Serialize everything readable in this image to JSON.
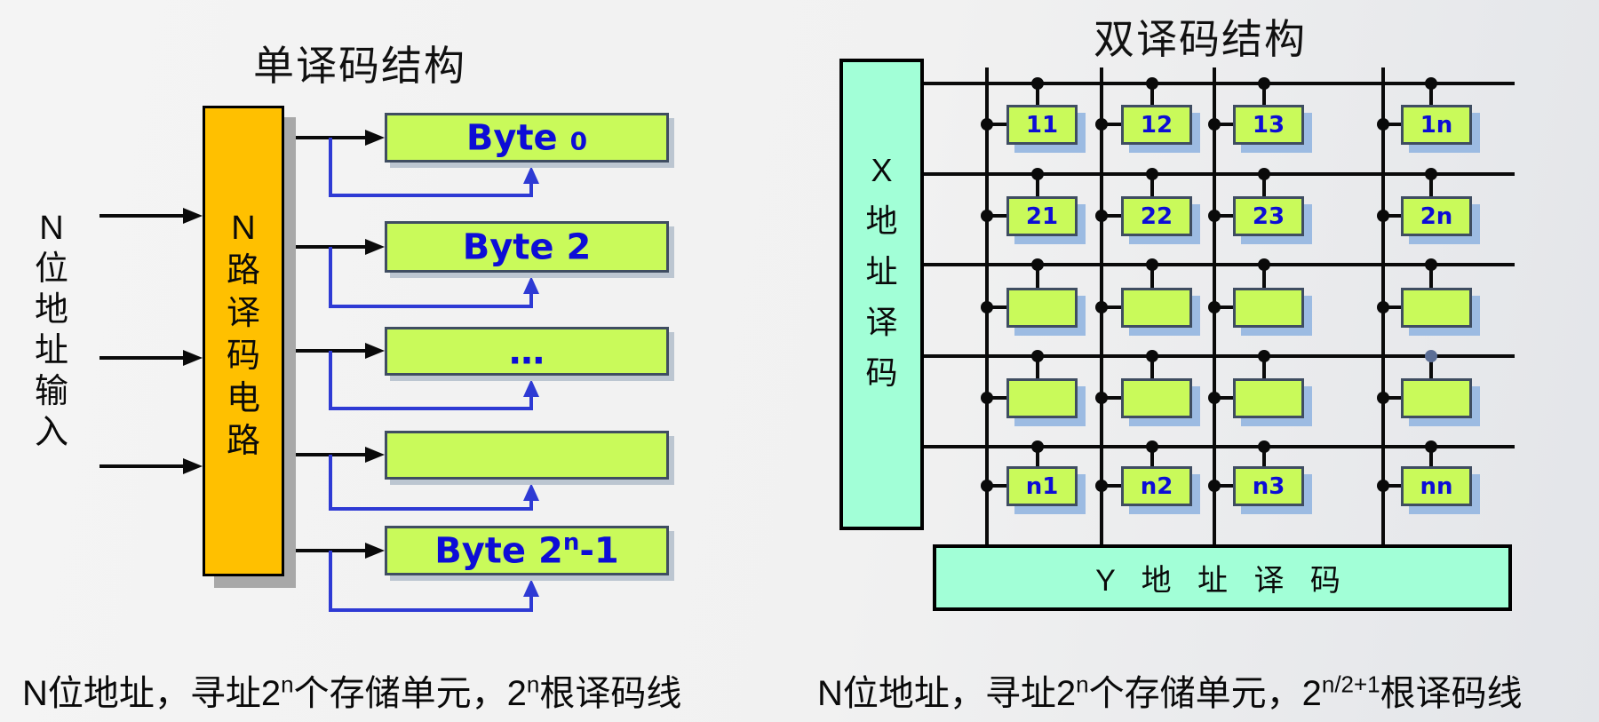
{
  "titles": {
    "left": "单译码结构",
    "right": "双译码结构"
  },
  "left": {
    "input_label": [
      "N",
      "位",
      "地",
      "址",
      "输",
      "入"
    ],
    "decoder_label": [
      "N",
      "路",
      "译",
      "码",
      "电",
      "路"
    ],
    "boxes": [
      {
        "pre": "Byte ",
        "sup": "",
        "small": "0",
        "post": ""
      },
      {
        "pre": "Byte 2",
        "sup": "",
        "small": "",
        "post": ""
      },
      {
        "pre": "…",
        "sup": "",
        "small": "",
        "post": ""
      },
      {
        "pre": "",
        "sup": "",
        "small": "",
        "post": ""
      },
      {
        "pre": "Byte 2",
        "sup": "n",
        "small": "",
        "post": "-1"
      }
    ],
    "caption": {
      "p1": "N位地址，寻址2",
      "s1": "n",
      "p2": "个存储单元，2",
      "s2": "n",
      "p3": "根译码线"
    }
  },
  "right": {
    "x_decoder_label": [
      "X",
      "地",
      "址",
      "译",
      "码"
    ],
    "y_decoder_label": "Y 地 址 译 码",
    "grid_rows": [
      [
        "11",
        "12",
        "13",
        "1n"
      ],
      [
        "21",
        "22",
        "23",
        "2n"
      ],
      [
        "",
        "",
        "",
        ""
      ],
      [
        "",
        "",
        "",
        ""
      ],
      [
        "n1",
        "n2",
        "n3",
        "nn"
      ]
    ],
    "caption": {
      "p1": "N位地址，寻址2",
      "s1": "n",
      "p2": "个存储单元，2",
      "s2": "n/2+1",
      "p3": "根译码线"
    }
  },
  "colors": {
    "decoder_orange": "#ffc000",
    "memory_green": "#c9fa5a",
    "decoder_mint": "#a2ffd7",
    "label_blue": "#0d0dd6",
    "feedback_blue": "#2e3ad4",
    "cell_shadow_blue": "#9cbbe2",
    "line_black": "#0a0a0a",
    "odd_dot_slate": "#5b6e96"
  }
}
